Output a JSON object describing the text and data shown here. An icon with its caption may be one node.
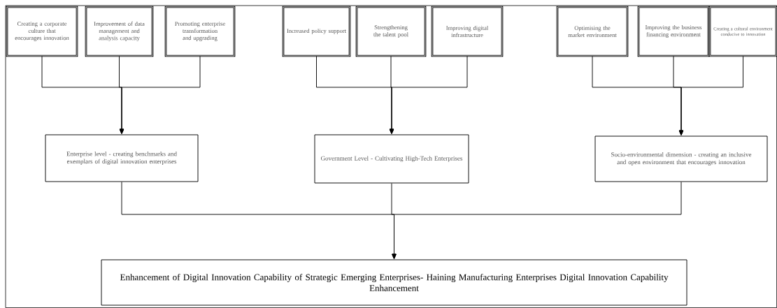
{
  "diagram": {
    "nodes": [
      {
        "text": [
          "Creating a corporate culture that encourages innovation"
        ]
      },
      {
        "text": [
          "Improvement of data management and analysis capacity"
        ]
      },
      {
        "text": [
          "Promoting enterprise transformation and upgrading"
        ]
      },
      {
        "text": [
          "Increased policy support"
        ]
      },
      {
        "text": [
          "Strengthening the talent pool"
        ]
      },
      {
        "text": [
          "Improving digital infrastructure"
        ]
      },
      {
        "text": [
          "Optimising the market environment"
        ]
      },
      {
        "text": [
          "Improving the business financing environment"
        ]
      },
      {
        "text": [
          "Creating a cultural environment conducive to innovation"
        ]
      },
      {
        "text": [
          "Enterprise level - creating benchmarks and exemplars of digital innovation enterprises"
        ]
      },
      {
        "text": [
          "Government Level - Cultivating High-Tech Enterprises"
        ]
      },
      {
        "text": [
          "Socio-environmental dimension - creating an inclusive and open environment that encourages innovation"
        ]
      },
      {
        "text": [
          "Enhancement of Digital Innovation Capability of Strategic Emerging Enterprises- Haining Manufacturing Enterprises Digital Innovation Capability Enhancement"
        ]
      }
    ],
    "edges": [
      {
        "from": 0,
        "to": 9,
        "arrow": "to"
      },
      {
        "from": 1,
        "to": 9,
        "arrow": "to"
      },
      {
        "from": 2,
        "to": 9,
        "arrow": "to"
      },
      {
        "from": 3,
        "to": 10,
        "arrow": "to"
      },
      {
        "from": 4,
        "to": 10,
        "arrow": "to"
      },
      {
        "from": 5,
        "to": 10,
        "arrow": "to"
      },
      {
        "from": 6,
        "to": 11,
        "arrow": "to"
      },
      {
        "from": 7,
        "to": 11,
        "arrow": "to"
      },
      {
        "from": 8,
        "to": 11,
        "arrow": "to"
      },
      {
        "from": 9,
        "to": 12,
        "arrow": "to"
      },
      {
        "from": 10,
        "to": 12,
        "arrow": "to"
      },
      {
        "from": 11,
        "to": 12,
        "arrow": "to"
      }
    ]
  }
}
